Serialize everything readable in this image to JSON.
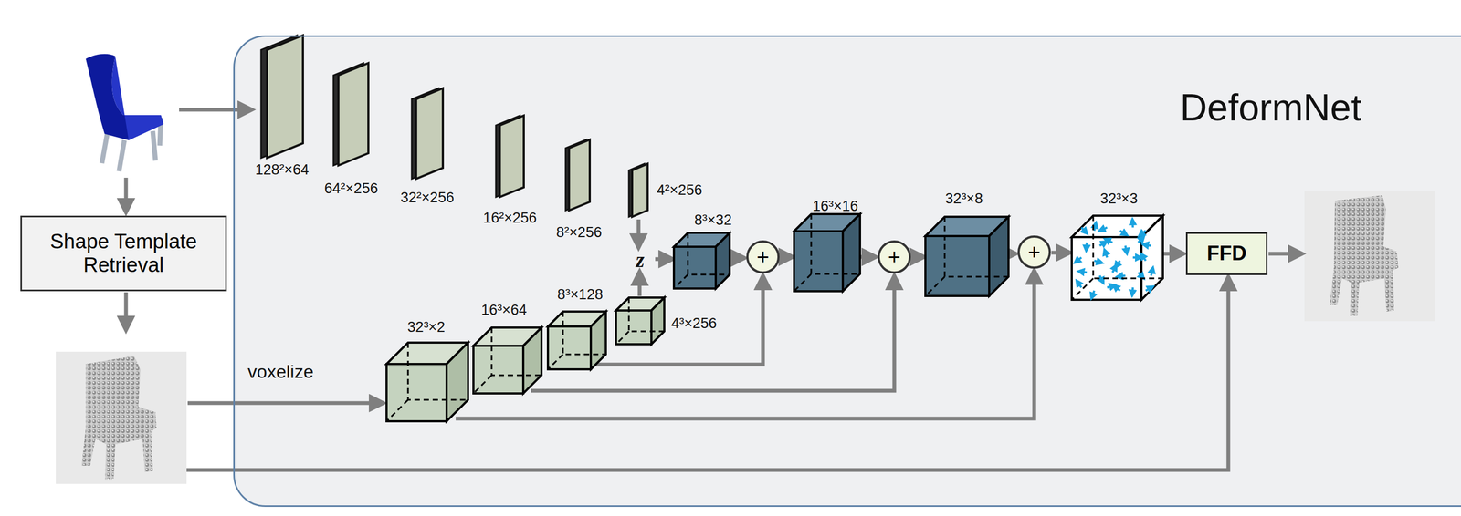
{
  "diagram": {
    "nodes": [
      {
        "text": [
          "DeformNet"
        ]
      },
      {
        "text": [
          "Shape Template Retrieval"
        ]
      },
      {
        "text": [
          "+"
        ],
        "in": 0
      },
      {
        "text": [
          "+"
        ],
        "in": 0
      },
      {
        "text": [
          "+"
        ],
        "in": 0
      },
      {
        "text": [
          "FFD"
        ],
        "in": 0
      }
    ],
    "labels": [
      "128²×64",
      "64²×256",
      "32²×256",
      "16²×256",
      "8²×256",
      "4²×256",
      "z",
      "8³×32",
      "16³×16",
      "32³×8",
      "32³×3",
      "32³×2",
      "16³×64",
      "8³×128",
      "4³×256",
      "voxelize"
    ]
  }
}
